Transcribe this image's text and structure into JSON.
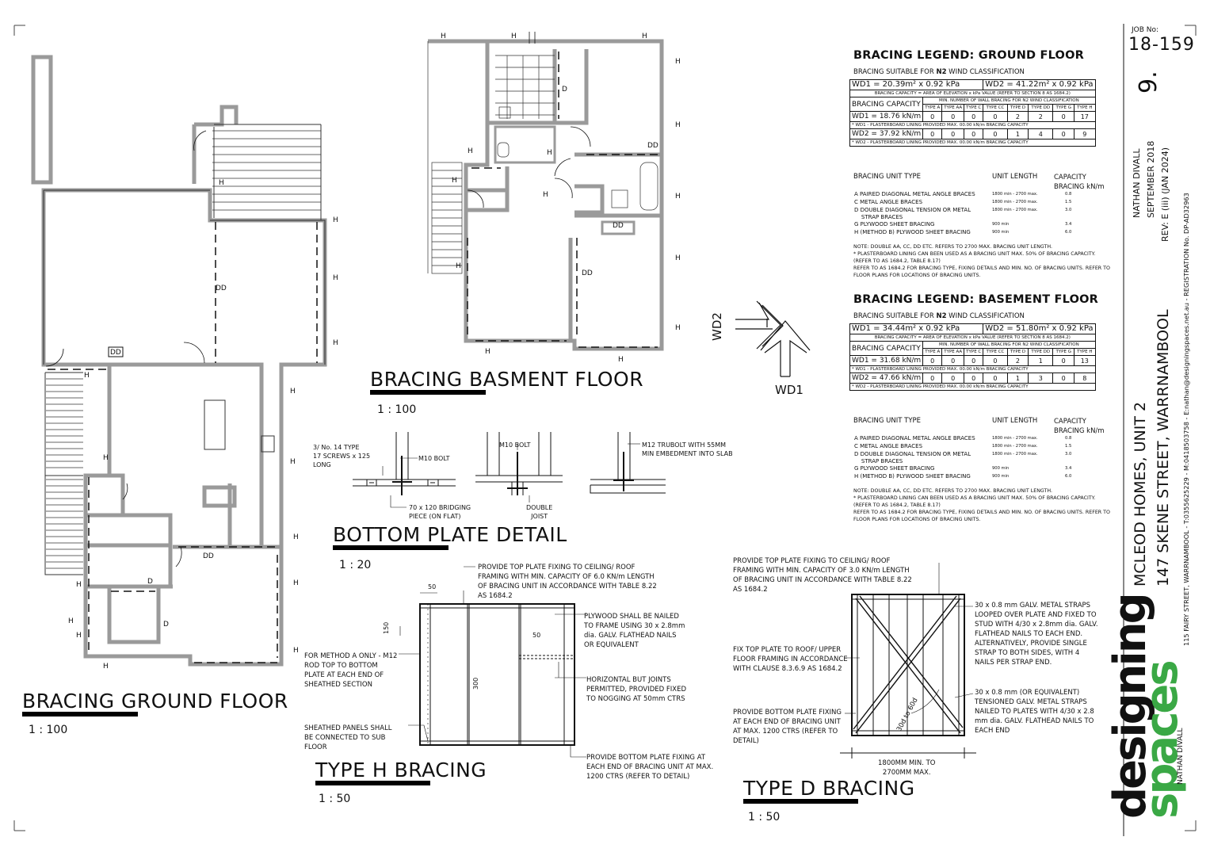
{
  "job": {
    "label": "JOB No:",
    "number": "18-159",
    "sheet": "9."
  },
  "titles": {
    "ground": {
      "title": "BRACING GROUND FLOOR",
      "scale": "1 : 100"
    },
    "basement": {
      "title": "BRACING BASMENT FLOOR",
      "scale": "1 : 100"
    },
    "bottom_plate": {
      "title": "BOTTOM PLATE DETAIL",
      "scale": "1 : 20"
    },
    "type_h": {
      "title": "TYPE H BRACING",
      "scale": "1 : 50"
    },
    "type_d": {
      "title": "TYPE D BRACING",
      "scale": "1 : 50"
    }
  },
  "plan_labels": {
    "H": "H",
    "DD": "DD",
    "D": "D",
    "wd1": "WD1",
    "wd2": "WD2"
  },
  "bottom_plate_notes": {
    "screws": "3/ No. 14 TYPE\n17 SCREWS x 125\nLONG",
    "m10_bolt_a": "M10 BOLT",
    "bridging": "70 x 120 BRIDGING\nPIECE (ON FLAT)",
    "m10_bolt_b": "M10 BOLT",
    "double_joist": "DOUBLE\nJOIST",
    "trubolt": "M12 TRUBOLT WITH 55MM\nMIN EMBEDMENT INTO SLAB"
  },
  "type_h_notes": {
    "top_plate": "PROVIDE TOP PLATE FIXING TO CEILING/ ROOF\nFRAMING WITH MIN. CAPACITY OF 6.0 KN/m LENGTH\nOF BRACING UNIT IN ACCORDANCE WITH TABLE 8.22\nAS 1684.2",
    "plywood": "PLYWOOD SHALL BE NAILED\nTO FRAME USING 30 x 2.8mm\ndia. GALV. FLATHEAD NAILS\nOR EQUIVALENT",
    "method_a": "FOR METHOD A ONLY - M12\nROD TOP TO BOTTOM\nPLATE AT EACH END OF\nSHEATHED SECTION",
    "horizontal": "HORIZONTAL BUT JOINTS\nPERMITTED, PROVIDED FIXED\nTO NOGGING AT 50mm CTRS",
    "sheathed": "SHEATHED PANELS SHALL\nBE CONNECTED TO SUB\nFLOOR",
    "bottom_fix": "PROVIDE BOTTOM PLATE FIXING  AT\nEACH END OF BRACING UNIT AT MAX.\n1200 CTRS (REFER TO DETAIL)",
    "dim_50a": "50",
    "dim_150": "150",
    "dim_50b": "50",
    "dim_300": "300"
  },
  "type_d_notes": {
    "top_plate": "PROVIDE TOP PLATE FIXING TO CEILING/ ROOF\nFRAMING WITH MIN. CAPACITY OF 3.0 KN/m LENGTH\nOF BRACING UNIT IN ACCORDANCE WITH TABLE 8.22\nAS 1684.2",
    "fix_top": "FIX TOP PLATE TO ROOF/ UPPER\nFLOOR FRAMING IN ACCORDANCE\nWITH CLAUSE 8.3.6.9 AS 1684.2",
    "bottom_fix": "PROVIDE BOTTOM PLATE FIXING\nAT EACH END OF BRACING UNIT\nAT MAX. 1200 CTRS (REFER TO\nDETAIL)",
    "straps": "30 x 0.8 mm GALV. METAL STRAPS\nLOOPED OVER PLATE AND FIXED TO\nSTUD WITH 4/30 x 2.8mm dia. GALV.\nFLATHEAD NAILS TO EACH END.\nALTERNATIVELY, PROVIDE SINGLE\nSTRAP TO BOTH SIDES, WITH 4\nNAILS PER STRAP END.",
    "tensioned": "30 x 0.8 mm (OR EQUIVALENT)\nTENSIONED GALV. METAL STRAPS\nNAILED TO PLATES WITH 4/30 x 2.8\nmm dia. GALV. FLATHEAD NAILS TO\nEACH END",
    "width": "1800MM MIN. TO\n2700MM MAX.",
    "angle": "30d to 60d"
  },
  "legends": [
    {
      "title": "BRACING LEGEND: GROUND FLOOR",
      "suitable_pre": "BRACING SUITABLE FOR ",
      "suitable_bold": "N2",
      "suitable_post": " WIND CLASSIFICATION",
      "wd1": "WD1 = 20.39m² x 0.92 kPa",
      "wd2": "WD2 = 41.22m² x 0.92 kPa",
      "capacity_note": "BRACING CAPACITY = AREA OF ELEVATION x kPa VALUE (REFER TO SECTION 8 AS 1684.2)",
      "capacity_label": "BRACING CAPACITY",
      "min_label": "MIN. NUMBER OF WALL BRACING FOR N2 WIND CLASSIFICATION",
      "types": [
        "TYPE A",
        "TYPE AA",
        "TYPE C",
        "TYPE CC",
        "TYPE D",
        "TYPE DD",
        "TYPE G",
        "TYPE H"
      ],
      "row1_label": "WD1 = 18.76 kN/m",
      "row1": [
        "0",
        "0",
        "0",
        "0",
        "2",
        "2",
        "0",
        "17"
      ],
      "row1_note": "* WD1 - PLASTERBOARD LINING PROVIDED MAX. 00.00 kN/m BRACING CAPACITY",
      "row2_label": "WD2 = 37.92 kN/m",
      "row2": [
        "0",
        "0",
        "0",
        "0",
        "1",
        "4",
        "0",
        "9"
      ],
      "row2_note": "* WD2 - PLASTERBOARD LINING PROVIDED MAX. 00.00 kN/m BRACING CAPACITY"
    },
    {
      "title": "BRACING LEGEND: BASEMENT FLOOR",
      "suitable_pre": "BRACING SUITABLE FOR ",
      "suitable_bold": "N2",
      "suitable_post": " WIND CLASSIFICATION",
      "wd1": "WD1 = 34.44m² x 0.92 kPa",
      "wd2": "WD2 = 51.80m² x 0.92 kPa",
      "capacity_note": "BRACING CAPACITY = AREA OF ELEVATION x kPa VALUE (REFER TO SECTION 8 AS 1684.2)",
      "capacity_label": "BRACING CAPACITY",
      "min_label": "MIN. NUMBER OF WALL BRACING FOR N2 WIND CLASSIFICATION",
      "types": [
        "TYPE A",
        "TYPE AA",
        "TYPE C",
        "TYPE CC",
        "TYPE D",
        "TYPE DD",
        "TYPE G",
        "TYPE H"
      ],
      "row1_label": "WD1 = 31.68 kN/m",
      "row1": [
        "0",
        "0",
        "0",
        "0",
        "2",
        "1",
        "0",
        "13"
      ],
      "row1_note": "* WD1 - PLASTERBOARD LINING PROVIDED MAX. 00.00 kN/m BRACING CAPACITY",
      "row2_label": "WD2 = 47.66 kN/m",
      "row2": [
        "0",
        "0",
        "0",
        "0",
        "1",
        "3",
        "0",
        "8"
      ],
      "row2_note": "* WD2 - PLASTERBOARD LINING PROVIDED MAX. 00.00 kN/m BRACING CAPACITY"
    }
  ],
  "unit_types": {
    "h_type": "BRACING UNIT TYPE",
    "h_length": "UNIT LENGTH",
    "h_capacity": "CAPACITY\nBRACING kN/m",
    "rows": [
      {
        "type": "A PAIRED DIAGONAL METAL ANGLE BRACES",
        "length": "1800 min - 2700 max.",
        "cap": "0.8"
      },
      {
        "type": "C METAL ANGLE BRACES",
        "length": "1800 min - 2700 max.",
        "cap": "1.5"
      },
      {
        "type": "D DOUBLE DIAGONAL TENSION OR METAL\n    STRAP BRACES",
        "length": "1800 min - 2700 max.",
        "cap": "3.0"
      },
      {
        "type": "G PLYWOOD SHEET BRACING",
        "length": "900 min",
        "cap": "3.4"
      },
      {
        "type": "H (METHOD B) PLYWOOD SHEET BRACING",
        "length": "900 min",
        "cap": "6.0"
      }
    ],
    "note": "NOTE: DOUBLE AA, CC, DD ETC. REFERS TO 2700 MAX. BRACING UNIT LENGTH.\n* PLASTERBOARD LINING CAN BEEN USED AS A BRACING UNIT MAX. 50% OF BRACING CAPACITY.\n(REFER TO AS 1684.2, TABLE 8.17)\nREFER TO AS 1684.2 FOR BRACING TYPE, FIXING DETAILS AND MIN. NO. OF BRACING UNITS. REFER TO\nFLOOR PLANS FOR LOCATIONS OF BRACING UNITS."
  },
  "title_block": {
    "designer": "NATHAN DIVALL",
    "date": "SEPTEMBER 2018",
    "rev": "REV: E (iii) (JAN 2024)",
    "reg": "115 FAIRY STREET, WARRNAMBOOL - T:0355625229 - M:0418503758 - E:nathan@designingspaces.net.au - REGISTRATION No. DP-AD32963",
    "project1": "MCLEOD HOMES, UNIT 2",
    "project2": "147 SKENE STREET, WARRNAMBOOL",
    "logo1": "designing",
    "logo2": "spaces",
    "logo_name": "NATHAN DIVALL"
  },
  "colors": {
    "ink": "#111111",
    "wall": "#9a9a9a",
    "accent": "#3aa845",
    "underline": "#000000"
  }
}
